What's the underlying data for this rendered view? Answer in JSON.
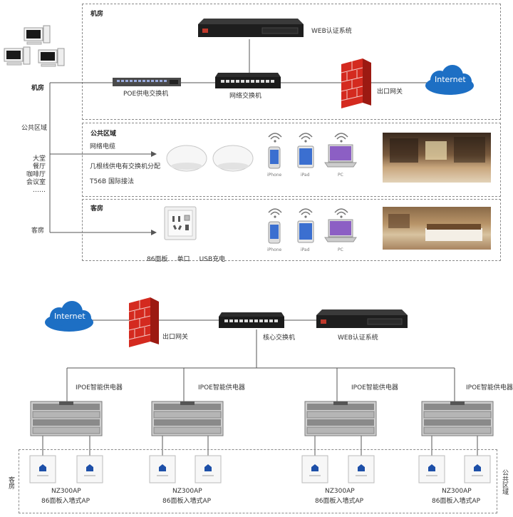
{
  "top": {
    "computer_room_title": "机房",
    "web_auth": "WEB认证系统",
    "poe_switch": "POE供电交换机",
    "network_switch": "网络交换机",
    "egress_gateway": "出口网关",
    "internet": "Internet",
    "left_machine_room": "机房",
    "left_public_area": "公共区域",
    "left_public_list": [
      "大堂",
      "餐厅",
      "咖啡厅",
      "会议室",
      "……"
    ],
    "left_guest_room": "客房",
    "public_area_title": "公共区域",
    "network_cable": "网络电缆",
    "poe_distribution": "几根线供电有交换机分配",
    "t568b": "T56B 国际接法",
    "guest_room_title": "客房",
    "panel_desc": [
      "86面板",
      "单口",
      "USB充电"
    ],
    "device_labels": [
      "iPhone",
      "iPad",
      "PC"
    ]
  },
  "bottom": {
    "internet": "Internet",
    "egress_gateway": "出口网关",
    "core_switch": "核心交换机",
    "web_auth": "WEB认证系统",
    "ipoe_label": "IPOE智能供电器",
    "ap_model": "NZ300AP",
    "ap_desc": "86面板入墙式AP",
    "left_vertical": "客房",
    "right_vertical": "公共区域"
  },
  "colors": {
    "firewall": "#d42a1f",
    "internet_cloud": "#1d6fc4",
    "dashed_border": "#8a8a8a"
  }
}
